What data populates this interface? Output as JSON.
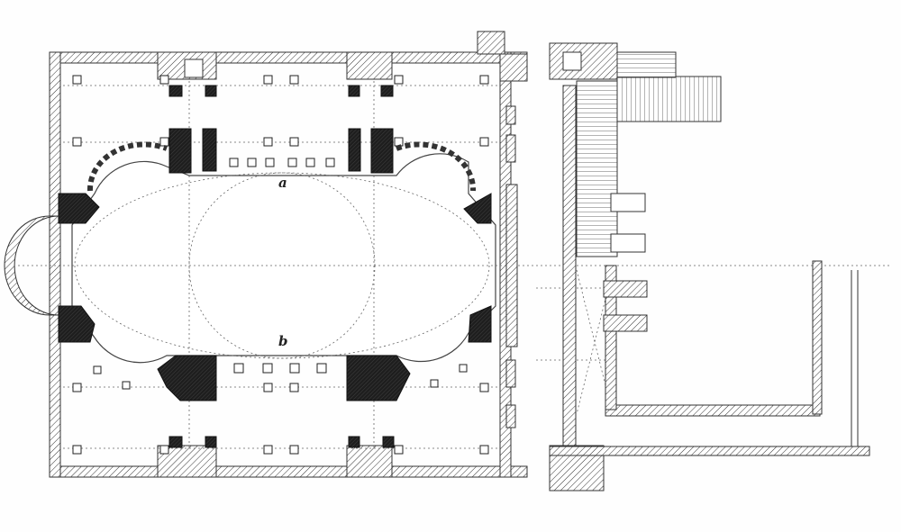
{
  "drawing": {
    "type": "architectural floor plan",
    "labels": {
      "a": "a",
      "b": "b"
    },
    "colors": {
      "ink": "#2a2a2a",
      "paper": "#fefefe",
      "pier": "#1e1e1e"
    }
  }
}
